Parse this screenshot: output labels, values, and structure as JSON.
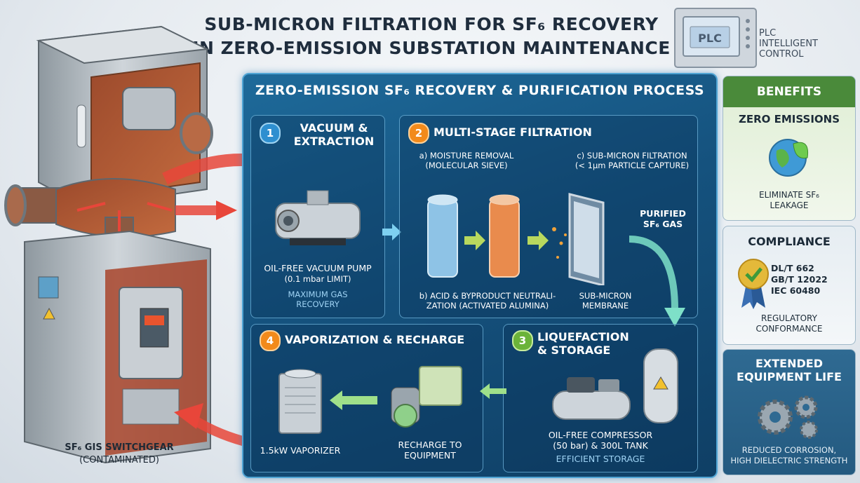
{
  "title": {
    "line1": "SUB-MICRON FILTRATION FOR SF₆ RECOVERY",
    "line2": "IN ZERO-EMISSION SUBSTATION MAINTENANCE"
  },
  "plc": {
    "screen_text": "PLC",
    "label_line1": "PLC",
    "label_line2": "INTELLIGENT",
    "label_line3": "CONTROL"
  },
  "switchgear": {
    "label": "SF₆ GIS SWITCHGEAR",
    "status": "(CONTAMINATED)"
  },
  "process": {
    "title": "ZERO-EMISSION SF₆ RECOVERY & PURIFICATION PROCESS",
    "stage1": {
      "number": "1",
      "title_line1": "VACUUM &",
      "title_line2": "EXTRACTION",
      "equipment": "OIL-FREE VACUUM PUMP",
      "spec": "(0.1 mbar LIMIT)",
      "benefit_line1": "MAXIMUM GAS",
      "benefit_line2": "RECOVERY"
    },
    "stage2": {
      "number": "2",
      "title": "MULTI-STAGE FILTRATION",
      "a_line1": "a) MOISTURE REMOVAL",
      "a_line2": "(MOLECULAR SIEVE)",
      "b_line1": "b) ACID & BYPRODUCT NEUTRALI-",
      "b_line2": "ZATION (ACTIVATED ALUMINA)",
      "c_line1": "c) SUB-MICRON FILTRATION",
      "c_line2": "(< 1μm PARTICLE CAPTURE)",
      "purified_line1": "PURIFIED",
      "purified_line2": "SF₆ GAS",
      "membrane_line1": "SUB-MICRON",
      "membrane_line2": "MEMBRANE"
    },
    "stage3": {
      "number": "3",
      "title_line1": "LIQUEFACTION",
      "title_line2": "& STORAGE",
      "equipment_line1": "OIL-FREE COMPRESSOR",
      "equipment_line2": "(50 bar) & 300L TANK",
      "benefit": "EFFICIENT STORAGE"
    },
    "stage4": {
      "number": "4",
      "title": "VAPORIZATION & RECHARGE",
      "vaporizer": "1.5kW VAPORIZER",
      "recharge_line1": "RECHARGE TO",
      "recharge_line2": "EQUIPMENT"
    }
  },
  "benefits": {
    "title": "BENEFITS",
    "zero": {
      "title": "ZERO EMISSIONS",
      "line1": "ELIMINATE SF₆",
      "line2": "LEAKAGE"
    },
    "compliance": {
      "title": "COMPLIANCE",
      "std1": "DL/T 662",
      "std2": "GB/T 12022",
      "std3": "IEC 60480",
      "line1": "REGULATORY",
      "line2": "CONFORMANCE"
    },
    "life": {
      "title_line1": "EXTENDED",
      "title_line2": "EQUIPMENT LIFE",
      "line1": "REDUCED CORROSION,",
      "line2": "HIGH DIELECTRIC STRENGTH"
    }
  },
  "colors": {
    "panel": "#15527e",
    "accent_blue": "#2e8fd0",
    "accent_orange": "#f28a1b",
    "accent_green": "#6bb33a",
    "flow_red": "#e8463a",
    "benefit_green": "#4a8a3a"
  }
}
